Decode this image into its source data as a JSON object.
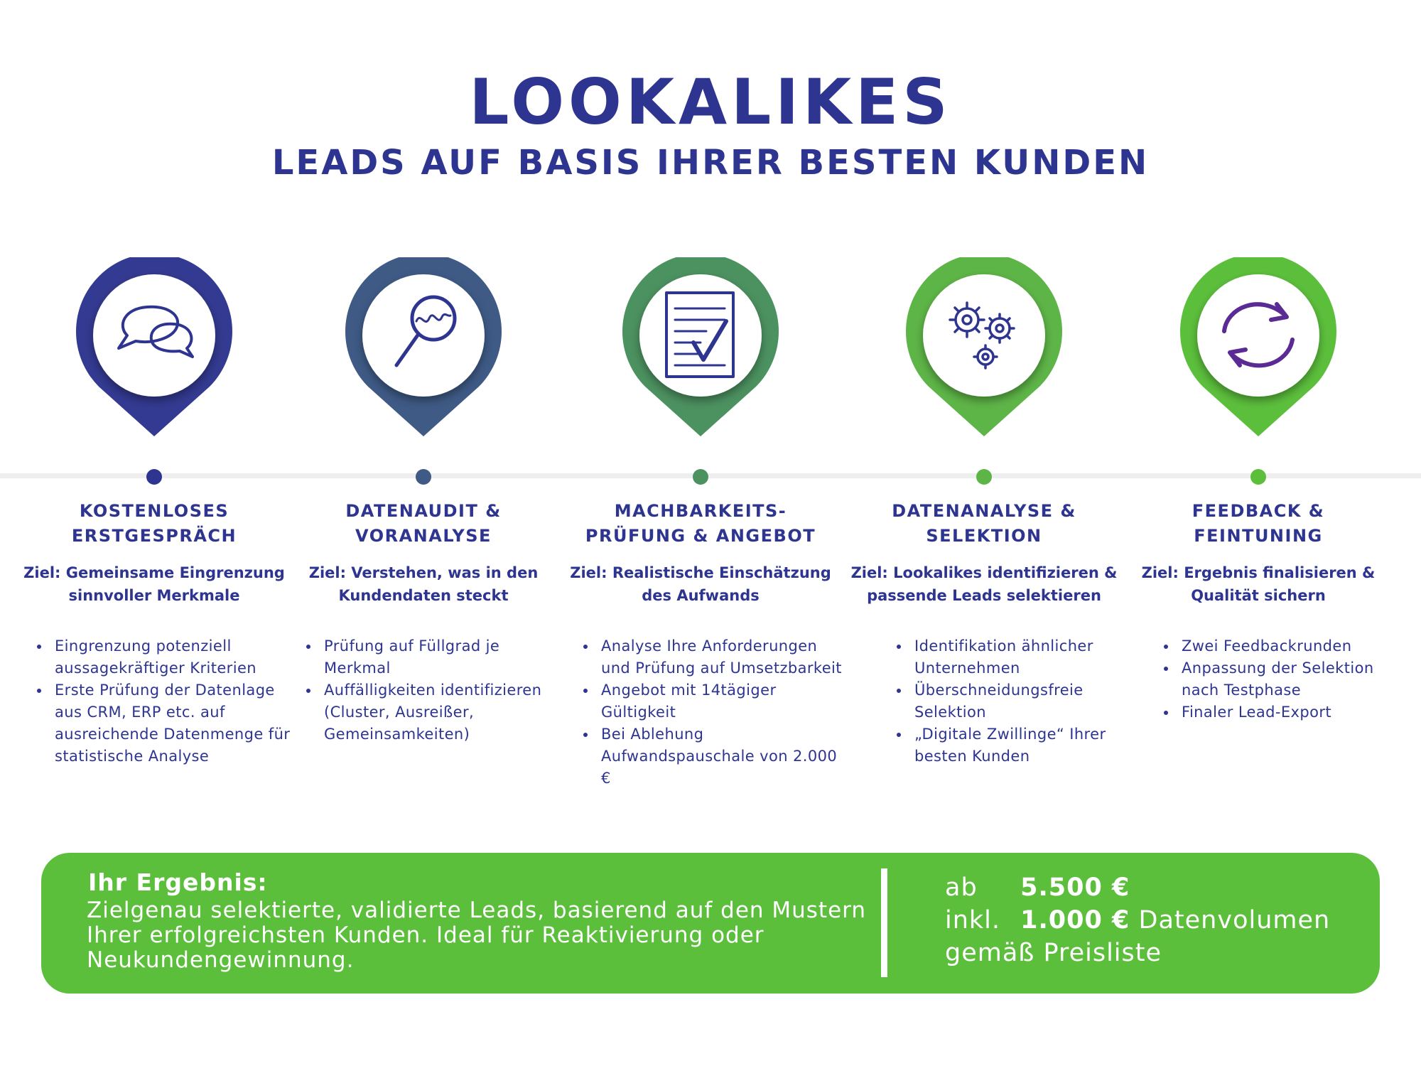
{
  "title": "LOOKALIKES",
  "subtitle": "LEADS AUF BASIS IHRER BESTEN KUNDEN",
  "steps": [
    {
      "title": "KOSTENLOSES\nERSTGESPRÄCH",
      "goal": "Ziel: Gemeinsame Eingrenzung sinnvoller Merkmale",
      "icon": "speech-bubbles-icon",
      "color": "#333a91",
      "bullets": [
        "Eingrenzung potenziell aussagekräftiger Kriterien",
        "Erste Prüfung der Datenlage aus CRM, ERP etc. auf ausreichende Datenmenge für statistische Analyse"
      ]
    },
    {
      "title": "DATENAUDIT &\nVORANALYSE",
      "goal": "Ziel: Verstehen, was in den Kundendaten steckt",
      "icon": "magnifier-icon",
      "color": "#3e5a85",
      "bullets": [
        "Prüfung auf Füllgrad je Merkmal",
        "Auffälligkeiten identifizieren (Cluster, Ausreißer, Gemeinsamkeiten)"
      ]
    },
    {
      "title": "MACHBARKEITS-\nPRÜFUNG & ANGEBOT",
      "goal": "Ziel: Realistische Einschätzung des Aufwands",
      "icon": "checklist-icon",
      "color": "#4c9160",
      "bullets": [
        "Analyse Ihre Anforderungen und Prüfung auf Umsetzbarkeit",
        "Angebot mit 14tägiger Gültigkeit",
        "Bei Ablehung Aufwandspauschale von 2.000 €"
      ]
    },
    {
      "title": "DATENANALYSE &\nSELEKTION",
      "goal": "Ziel: Lookalikes identifizieren & passende Leads selektieren",
      "icon": "gears-icon",
      "color": "#5eb547",
      "bullets": [
        "Identifikation ähnlicher Unternehmen",
        "Überschneidungsfreie Selektion",
        "„Digitale Zwillinge“ Ihrer besten Kunden"
      ]
    },
    {
      "title": "FEEDBACK &\nFEINTUNING",
      "goal": "Ziel: Ergebnis finalisieren & Qualität sichern",
      "icon": "refresh-arrows-icon",
      "color": "#5cbf3c",
      "bullets": [
        "Zwei Feedbackrunden",
        "Anpassung der Selektion nach Testphase",
        "Finaler Lead-Export"
      ]
    }
  ],
  "result": {
    "title": "Ihr Ergebnis:",
    "text": "Zielgenau selektierte, validierte Leads, basierend auf den Mustern Ihrer erfolgreichsten Kunden. Ideal für Reaktivierung oder Neukundengewinnung.",
    "price_prefix": "ab",
    "price": "5.500 €",
    "volume_prefix": "inkl.",
    "volume": "1.000 €",
    "volume_suffix": "Datenvolumen",
    "note": "gemäß Preisliste"
  },
  "colors": {
    "headline": "#2e3590",
    "icon_ink": "#4a2a8f",
    "result_bg": "#5cbf3c"
  }
}
